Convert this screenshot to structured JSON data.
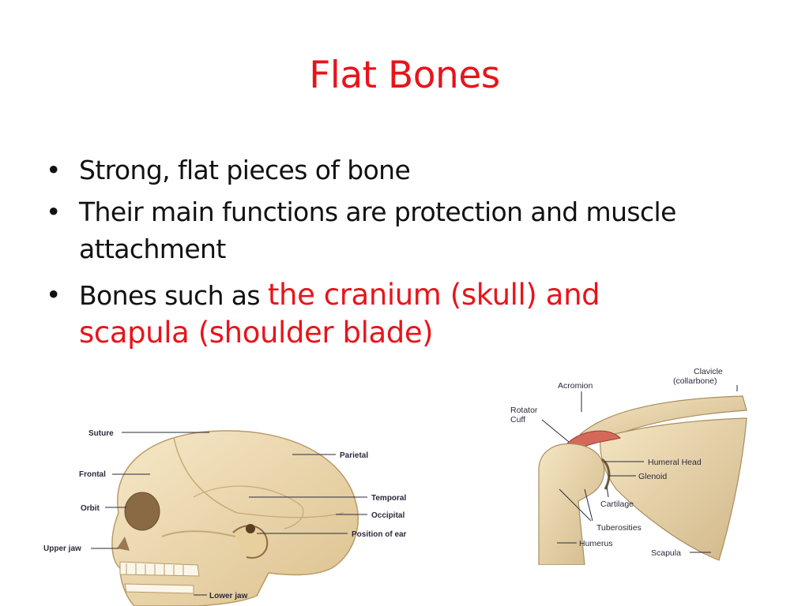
{
  "slide": {
    "title": "Flat Bones",
    "bullets": [
      {
        "text": "Strong, flat pieces of bone"
      },
      {
        "text": "Their main functions are protection and muscle attachment"
      },
      {
        "prefix": "Bones such as ",
        "highlight": "the cranium (skull) and scapula (shoulder blade)"
      }
    ]
  },
  "skull_diagram": {
    "labels": {
      "suture": "Suture",
      "parietal": "Parietal",
      "frontal": "Frontal",
      "temporal": "Temporal",
      "orbit": "Orbit",
      "occipital": "Occipital",
      "position_of_ear": "Position of ear",
      "upper_jaw": "Upper jaw",
      "lower_jaw": "Lower jaw"
    }
  },
  "shoulder_diagram": {
    "labels": {
      "clavicle": "Clavicle",
      "collarbone": "(collarbone)",
      "acromion": "Acromion",
      "rotator": "Rotator",
      "cuff": "Cuff",
      "humeral_head": "Humeral Head",
      "glenoid": "Glenoid",
      "cartilage": "Cartilage",
      "tuberosities": "Tuberosities",
      "humerus": "Humerus",
      "scapula": "Scapula"
    }
  },
  "colors": {
    "title": "#e8141b",
    "highlight": "#e8141b",
    "text": "#111111",
    "bone": "#eedcb4"
  }
}
